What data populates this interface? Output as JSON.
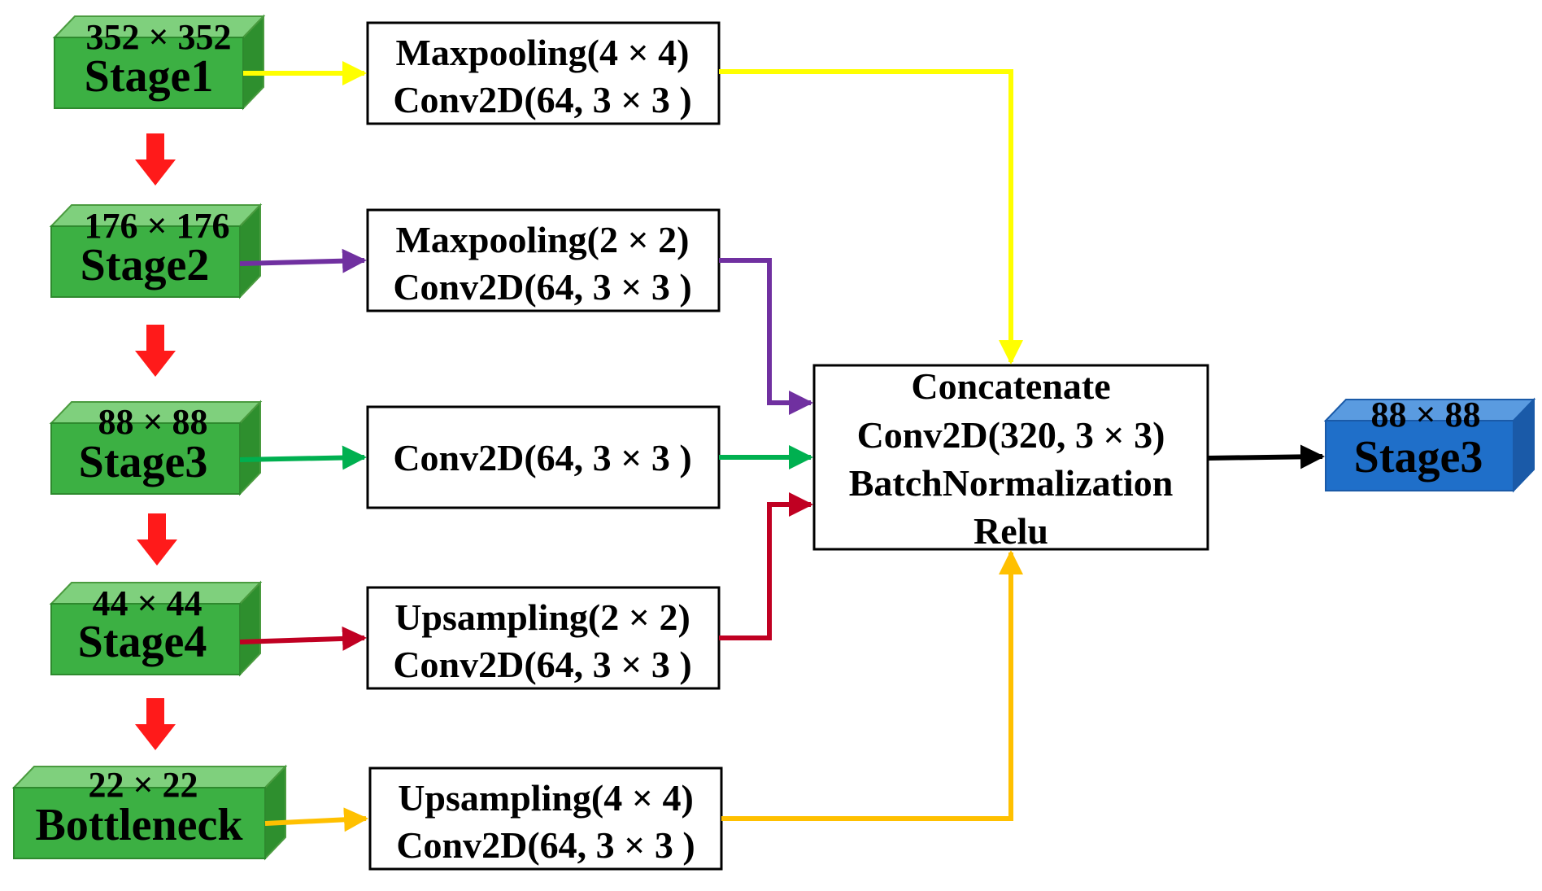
{
  "stages": [
    {
      "size": "352 × 352",
      "name": "Stage1"
    },
    {
      "size": "176 × 176",
      "name": "Stage2"
    },
    {
      "size": "88 × 88",
      "name": "Stage3"
    },
    {
      "size": "44 × 44",
      "name": "Stage4"
    },
    {
      "size": "22 × 22",
      "name": "Bottleneck"
    }
  ],
  "ops": [
    {
      "line1": "Maxpooling(4 × 4)",
      "line2": "Conv2D(64, 3 × 3 )"
    },
    {
      "line1": "Maxpooling(2 × 2)",
      "line2": "Conv2D(64, 3 × 3 )"
    },
    {
      "line1": "Conv2D(64, 3 × 3 )"
    },
    {
      "line1": "Upsampling(2 × 2)",
      "line2": "Conv2D(64, 3 × 3 )"
    },
    {
      "line1": "Upsampling(4 × 4)",
      "line2": "Conv2D(64, 3 × 3 )"
    }
  ],
  "fusion": {
    "line1": "Concatenate",
    "line2": "Conv2D(320, 3 × 3)",
    "line3": "BatchNormalization",
    "line4": "Relu"
  },
  "output": {
    "size": "88 × 88",
    "name": "Stage3"
  },
  "colors": {
    "stage_green": "#3cb043",
    "output_blue": "#1f6fc9",
    "arrow_red": "#ff1a1a",
    "branch1": "#ffff00",
    "branch2": "#7030a0",
    "branch3": "#00b050",
    "branch4": "#c00022",
    "branch5": "#ffc000",
    "output_arrow": "#000000"
  }
}
